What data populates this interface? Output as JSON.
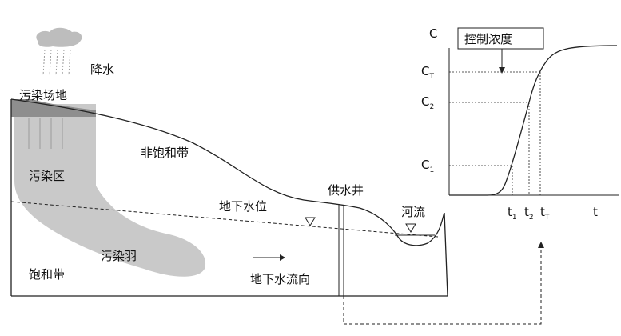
{
  "labels": {
    "rain": "降水",
    "site": "污染场地",
    "zone": "污染区",
    "unsat": "非饱和带",
    "watertable": "地下水位",
    "well": "供水井",
    "river": "河流",
    "plume": "污染羽",
    "sat": "饱和带",
    "flow": "地下水流向"
  },
  "graph": {
    "y_axis": "C",
    "x_axis": "t",
    "control_box": "控制浓度",
    "c1": {
      "main": "C",
      "sub": "1"
    },
    "c2": {
      "main": "C",
      "sub": "2"
    },
    "ct": {
      "main": "C",
      "sub": "T"
    },
    "t1": {
      "main": "t",
      "sub": "1"
    },
    "t2": {
      "main": "t",
      "sub": "2"
    },
    "tt": {
      "main": "t",
      "sub": "T"
    }
  },
  "colors": {
    "contamination": "#c9c9c9",
    "site": "#8e8e8e",
    "cloud": "#bdbdbd",
    "line": "#222222"
  }
}
